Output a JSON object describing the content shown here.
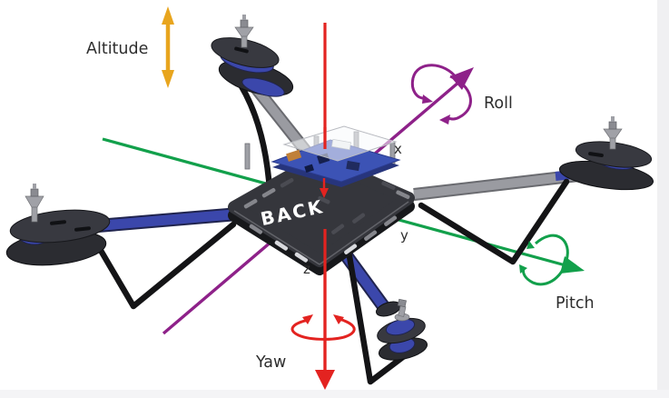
{
  "diagram": {
    "description_labels": {
      "altitude": "Altitude",
      "roll": "Roll",
      "pitch": "Pitch",
      "yaw": "Yaw"
    },
    "axis_labels": {
      "x": "x",
      "y": "y",
      "z": "z"
    },
    "body_text": "BACK"
  },
  "colors": {
    "altitude_arrow": "#E8A51E",
    "roll_axis": "#8E2189",
    "pitch_axis": "#12A04B",
    "yaw_axis": "#E32320",
    "label_text": "#2E2E2E",
    "body_text_color": "#FFFFFF"
  }
}
